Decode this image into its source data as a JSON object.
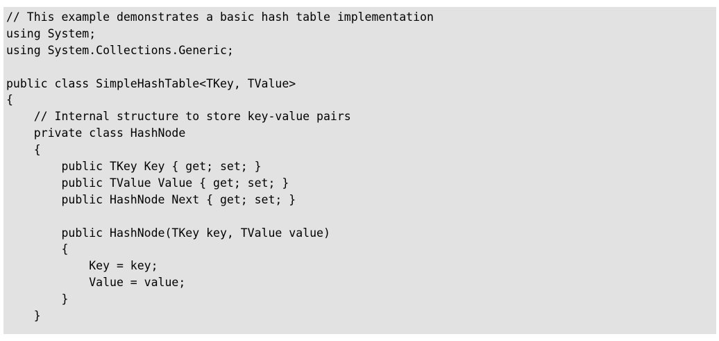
{
  "code": {
    "lines": [
      "// This example demonstrates a basic hash table implementation",
      "using System;",
      "using System.Collections.Generic;",
      "",
      "public class SimpleHashTable<TKey, TValue>",
      "{",
      "    // Internal structure to store key-value pairs",
      "    private class HashNode",
      "    {",
      "        public TKey Key { get; set; }",
      "        public TValue Value { get; set; }",
      "        public HashNode Next { get; set; }",
      "",
      "        public HashNode(TKey key, TValue value)",
      "        {",
      "            Key = key;",
      "            Value = value;",
      "        }",
      "    }",
      ""
    ]
  },
  "colors": {
    "panel_background": "#e2e2e2",
    "text": "#000000"
  }
}
